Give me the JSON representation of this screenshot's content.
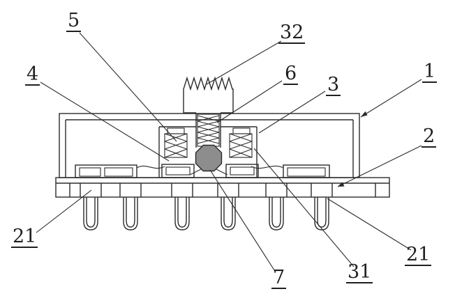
{
  "figure": {
    "background": "#ffffff",
    "line_color": "#2b2b2b",
    "ball_fill": "#8d8d8d"
  },
  "labels": {
    "l5": "5",
    "l32": "32",
    "l4": "4",
    "l6": "6",
    "l3": "3",
    "l1": "1",
    "l2": "2",
    "l21_left": "21",
    "l21_right": "21",
    "l7": "7",
    "l31": "31"
  }
}
